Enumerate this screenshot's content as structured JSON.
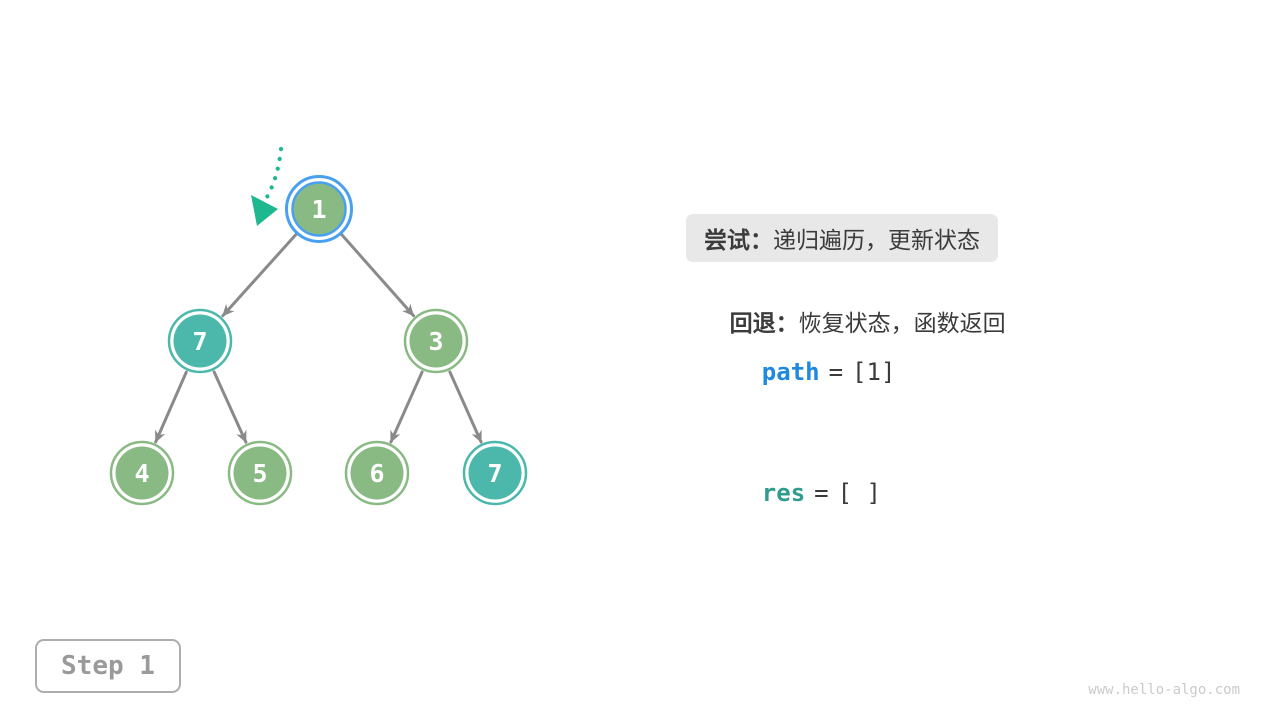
{
  "figure": {
    "title_hint": "backtracking preorder traversal step diagram",
    "step_label": "Step 1",
    "watermark": "www.hello-algo.com"
  },
  "panel": {
    "try_line": {
      "keyword": "尝试：",
      "text": "递归遍历，更新状态",
      "highlight_bg": "#e8e8e8"
    },
    "back_line": {
      "keyword": "回退：",
      "text": "恢复状态，函数返回"
    },
    "path_line": {
      "variable": "path",
      "operator": "=",
      "value": "[1]",
      "variable_color": "#1f88e0"
    },
    "res_line": {
      "variable": "res",
      "operator": "=",
      "value": "[ ]",
      "variable_color": "#2f9c8d"
    }
  },
  "tree": {
    "colors": {
      "node_green": "#8aba84",
      "node_teal": "#4bb8ab",
      "current_ring_blue": "#4aa0f0",
      "edge_gray": "#8a8a8a",
      "pointer_teal": "#1db890",
      "node_text": "#ffffff"
    },
    "nodes": [
      {
        "label": "1",
        "color": "green",
        "state": "current"
      },
      {
        "label": "7",
        "color": "teal",
        "state": "visited"
      },
      {
        "label": "3",
        "color": "green",
        "state": "normal"
      },
      {
        "label": "4",
        "color": "green",
        "state": "normal"
      },
      {
        "label": "5",
        "color": "green",
        "state": "normal"
      },
      {
        "label": "6",
        "color": "green",
        "state": "normal"
      },
      {
        "label": "7",
        "color": "teal",
        "state": "visited"
      }
    ],
    "edges": [
      {
        "from": "1",
        "to": "7 (left)"
      },
      {
        "from": "1",
        "to": "3"
      },
      {
        "from": "7 (left)",
        "to": "4"
      },
      {
        "from": "7 (left)",
        "to": "5"
      },
      {
        "from": "3",
        "to": "6"
      },
      {
        "from": "3",
        "to": "7 (right)"
      }
    ]
  }
}
